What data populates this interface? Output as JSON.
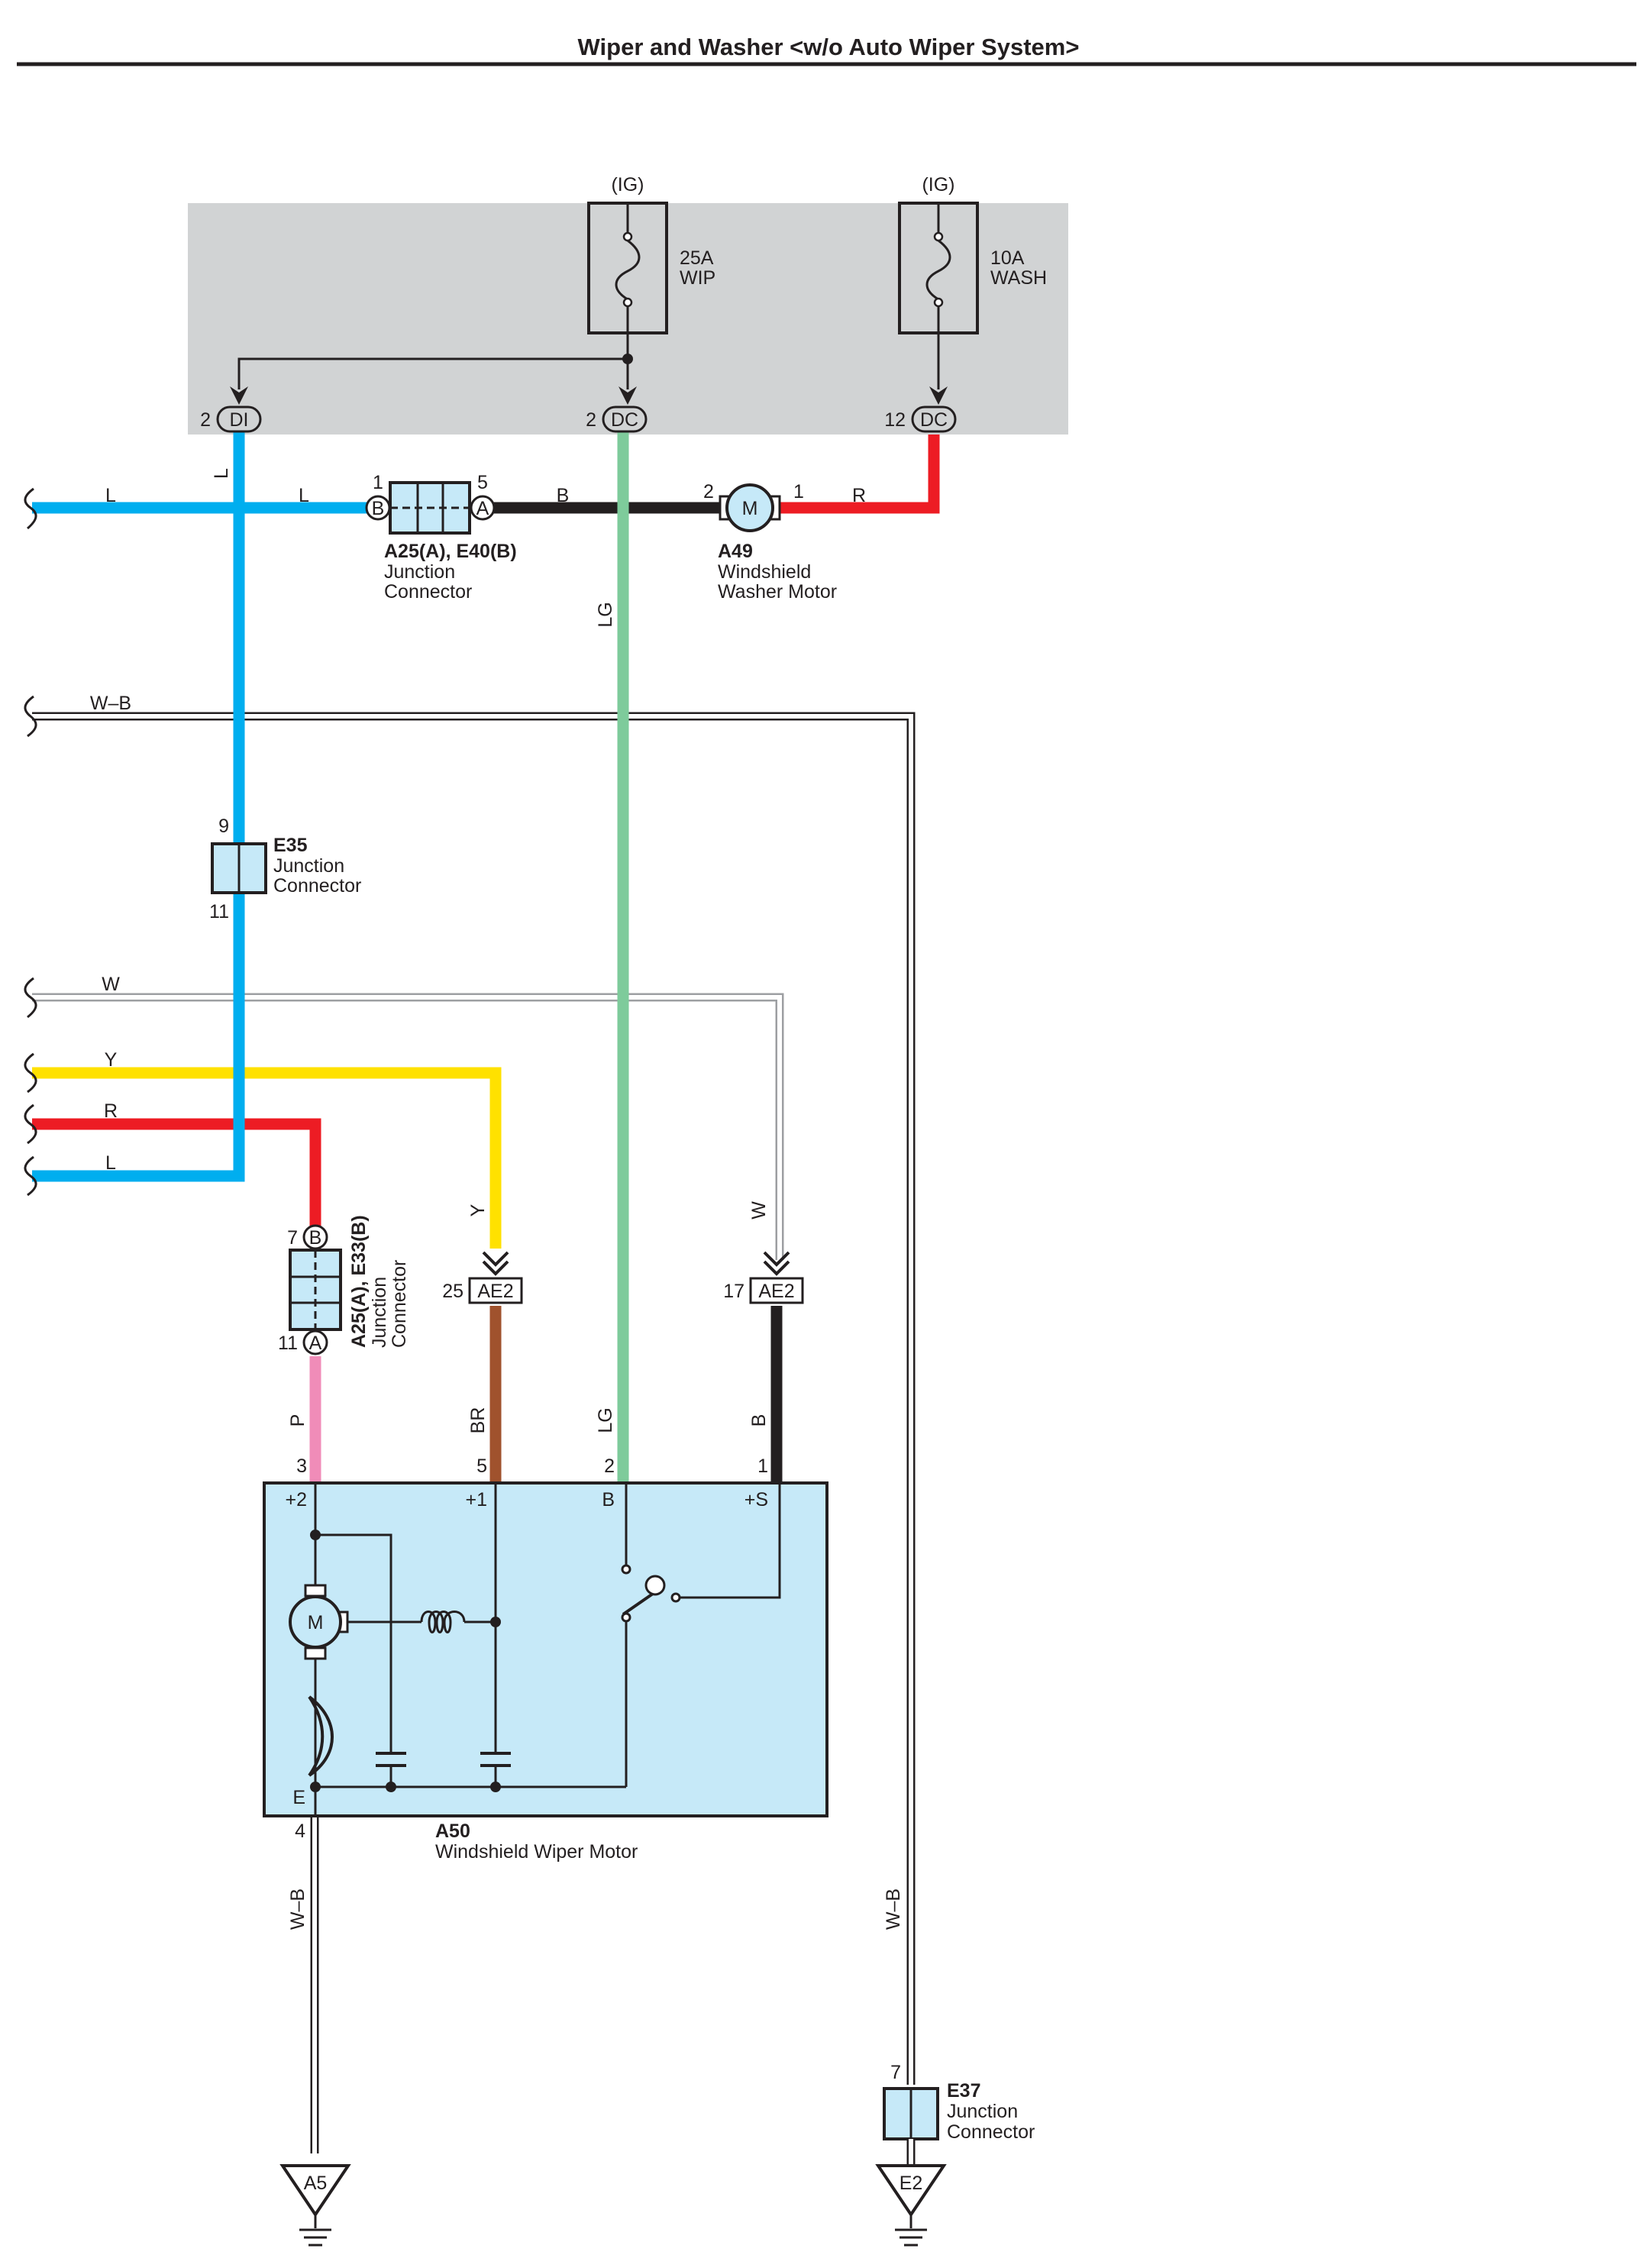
{
  "title": "Wiper and Washer <w/o Auto Wiper System>",
  "colors": {
    "L": "#00aeef",
    "LG": "#7ecb9b",
    "R": "#ed1c24",
    "Y": "#ffe100",
    "B": "#231f20",
    "BR": "#a0522d",
    "P": "#f08cb8",
    "panel": "#d1d3d4",
    "component_fill": "#c6e9f8"
  },
  "fuses": [
    {
      "supply": "(IG)",
      "rating": "25A",
      "name": "WIP"
    },
    {
      "supply": "(IG)",
      "rating": "10A",
      "name": "WASH"
    }
  ],
  "panel_terminals": [
    {
      "pin": "2",
      "code": "DI"
    },
    {
      "pin": "2",
      "code": "DC"
    },
    {
      "pin": "12",
      "code": "DC"
    }
  ],
  "wire_labels": {
    "L": "L",
    "B": "B",
    "R": "R",
    "LG": "LG",
    "WB": "W–B",
    "W": "W",
    "Y": "Y",
    "P": "P",
    "BR": "BR"
  },
  "junction_a25_e40": {
    "code": "A25(A), E40(B)",
    "line1": "Junction",
    "line2": "Connector",
    "pin_left": "1",
    "pin_right": "5",
    "letter_left": "B",
    "letter_right": "A"
  },
  "washer_motor": {
    "code": "A49",
    "line1": "Windshield",
    "line2": "Washer Motor",
    "pin_left": "2",
    "pin_right": "1",
    "symbol": "M"
  },
  "junction_e35": {
    "code": "E35",
    "line1": "Junction",
    "line2": "Connector",
    "pin_top": "9",
    "pin_bottom": "11"
  },
  "junction_a25_e33": {
    "code": "A25(A), E33(B)",
    "line1": "Junction",
    "line2": "Connector",
    "pin_top": "7",
    "pin_bottom": "11",
    "letter_top": "B",
    "letter_bottom": "A"
  },
  "ae2_connectors": [
    {
      "pin": "25",
      "code": "AE2"
    },
    {
      "pin": "17",
      "code": "AE2"
    }
  ],
  "wiper_motor": {
    "code": "A50",
    "name": "Windshield Wiper Motor",
    "pins": [
      "3",
      "5",
      "2",
      "1"
    ],
    "terminals": [
      "+2",
      "+1",
      "B",
      "+S"
    ],
    "ground_terminal": "E",
    "ground_pin": "4",
    "symbol": "M"
  },
  "junction_e37": {
    "code": "E37",
    "line1": "Junction",
    "line2": "Connector",
    "pin": "7"
  },
  "grounds": [
    {
      "code": "A5"
    },
    {
      "code": "E2"
    }
  ]
}
